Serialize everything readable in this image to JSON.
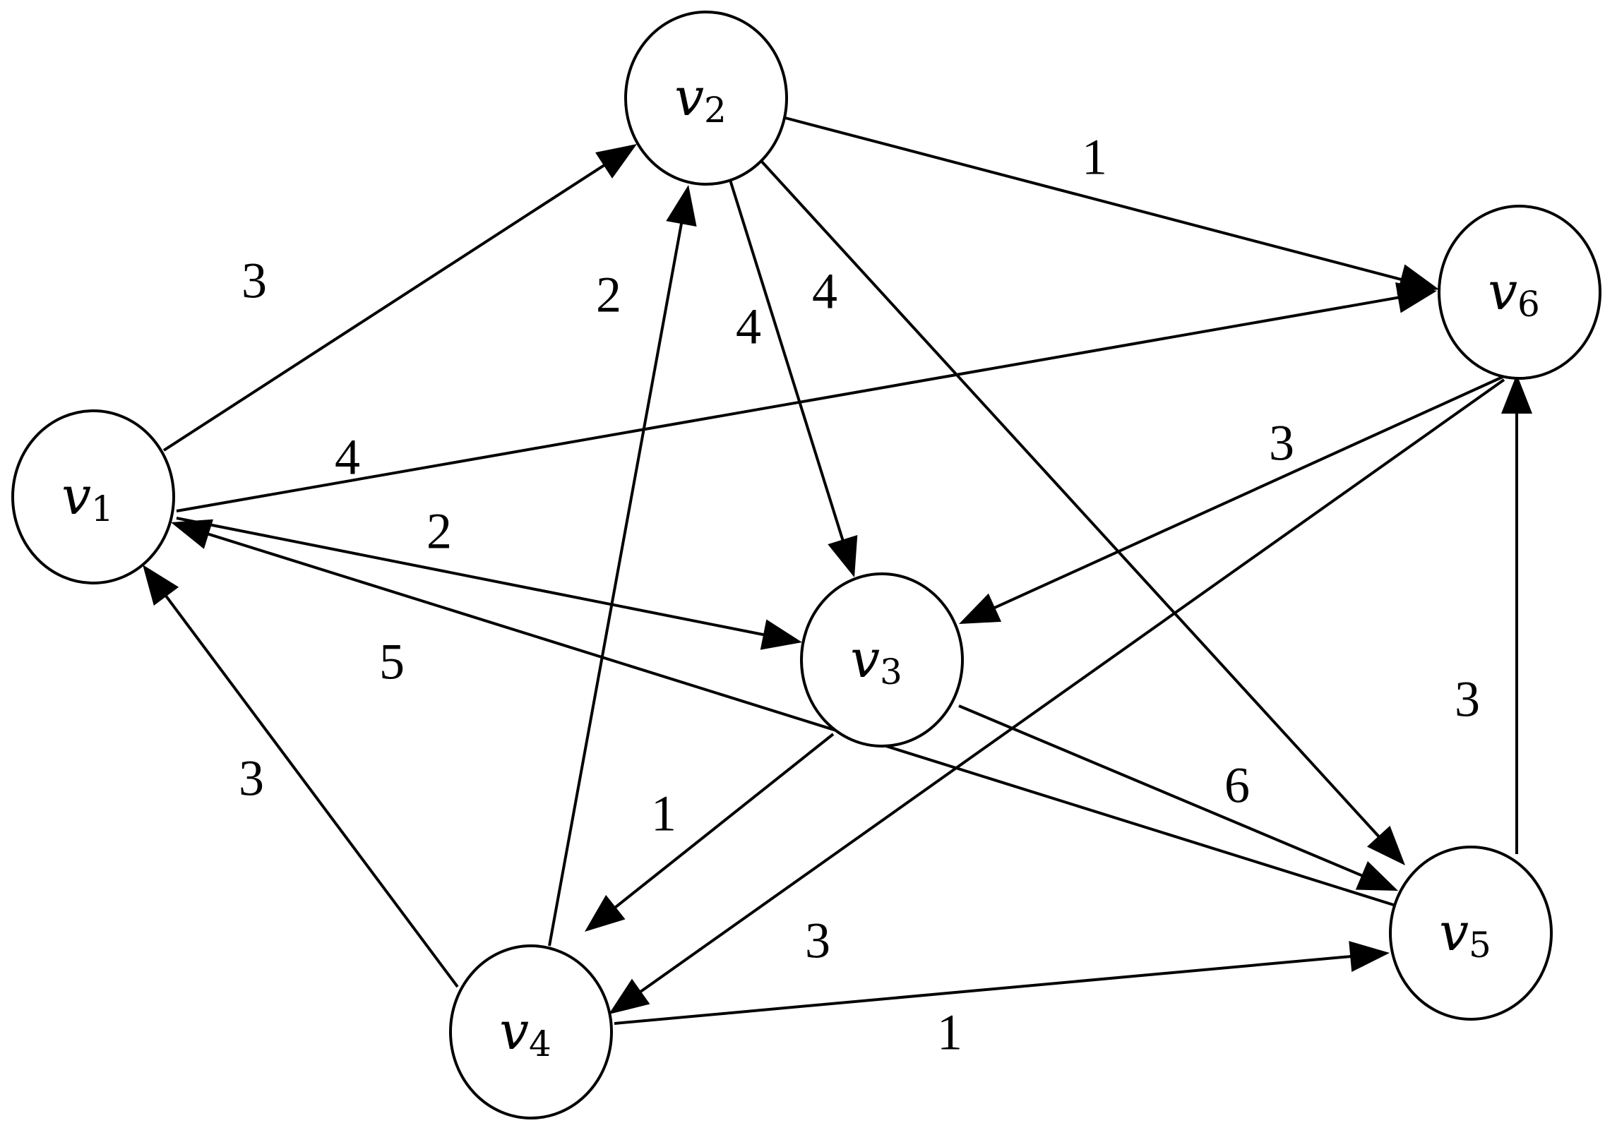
{
  "nodes": [
    {
      "id": "v1",
      "base": "v",
      "sub": "1"
    },
    {
      "id": "v2",
      "base": "v",
      "sub": "2"
    },
    {
      "id": "v3",
      "base": "v",
      "sub": "3"
    },
    {
      "id": "v4",
      "base": "v",
      "sub": "4"
    },
    {
      "id": "v5",
      "base": "v",
      "sub": "5"
    },
    {
      "id": "v6",
      "base": "v",
      "sub": "6"
    }
  ],
  "edges": [
    {
      "from": "v1",
      "to": "v2",
      "weight": "3"
    },
    {
      "from": "v1",
      "to": "v3",
      "weight": "2"
    },
    {
      "from": "v1",
      "to": "v6",
      "weight": "4"
    },
    {
      "from": "v2",
      "to": "v3",
      "weight": "4"
    },
    {
      "from": "v2",
      "to": "v5",
      "weight": "4"
    },
    {
      "from": "v2",
      "to": "v6",
      "weight": "1"
    },
    {
      "from": "v3",
      "to": "v4",
      "weight": "1"
    },
    {
      "from": "v3",
      "to": "v5",
      "weight": "6"
    },
    {
      "from": "v4",
      "to": "v1",
      "weight": "3"
    },
    {
      "from": "v4",
      "to": "v2",
      "weight": "2"
    },
    {
      "from": "v4",
      "to": "v5",
      "weight": "1"
    },
    {
      "from": "v5",
      "to": "v1",
      "weight": "5"
    },
    {
      "from": "v5",
      "to": "v6",
      "weight": "3"
    },
    {
      "from": "v6",
      "to": "v3",
      "weight": "3"
    },
    {
      "from": "v6",
      "to": "v4",
      "weight": "3"
    }
  ]
}
